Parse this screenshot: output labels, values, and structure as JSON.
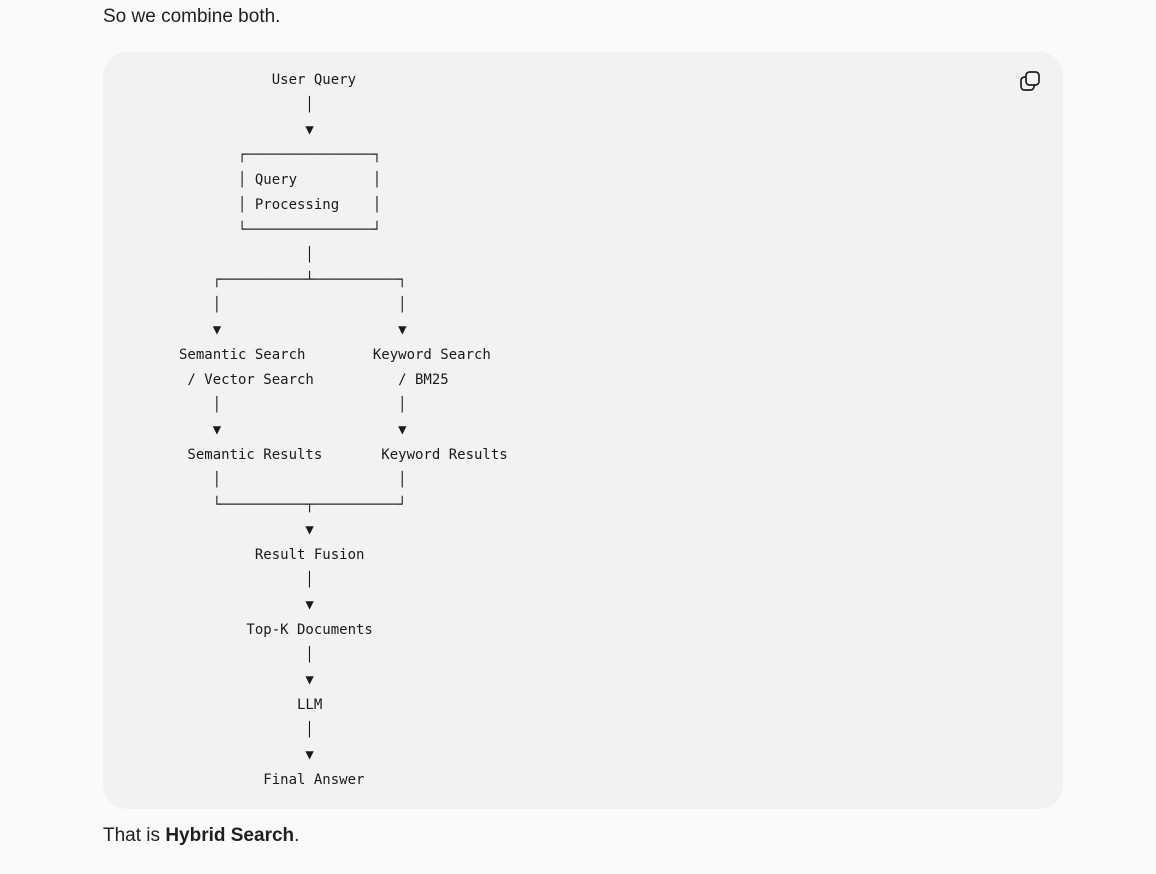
{
  "intro_text": "So we combine both.",
  "code_block": {
    "copy_icon": "copy-icon",
    "diagram_text": "           User Query\n               │\n               ▼\n       ┌───────────────┐\n       │ Query         │\n       │ Processing    │\n       └───────────────┘\n               │\n    ┌──────────┴──────────┐\n    │                     │\n    ▼                     ▼\nSemantic Search        Keyword Search\n / Vector Search          / BM25\n    │                     │\n    ▼                     ▼\n Semantic Results       Keyword Results\n    │                     │\n    └──────────┬──────────┘\n               ▼\n         Result Fusion\n               │\n               ▼\n        Top-K Documents\n               │\n               ▼\n              LLM\n               │\n               ▼\n          Final Answer"
  },
  "outro": {
    "prefix": "That is ",
    "bold": "Hybrid Search",
    "suffix": "."
  }
}
